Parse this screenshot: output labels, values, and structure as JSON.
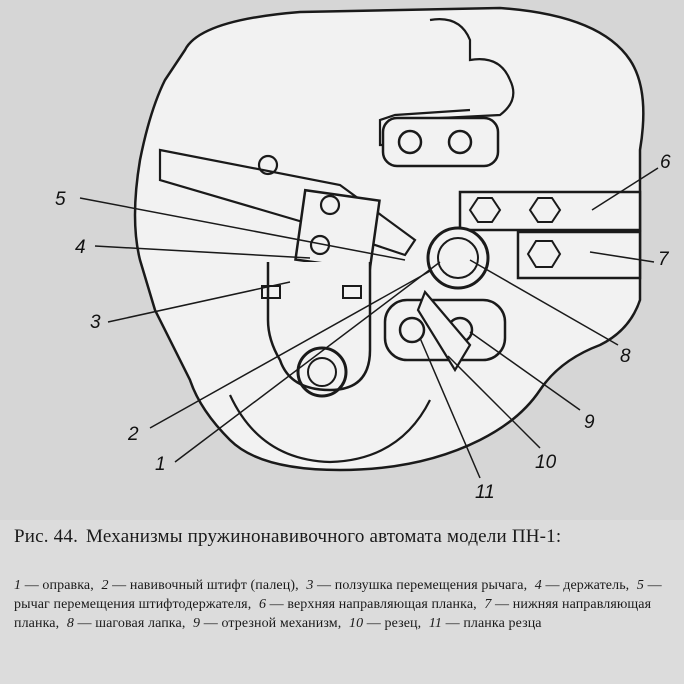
{
  "figure": {
    "number_labels": [
      "1",
      "2",
      "3",
      "4",
      "5",
      "6",
      "7",
      "8",
      "9",
      "10",
      "11"
    ]
  },
  "caption": {
    "prefix": "Рис. 44.",
    "title": "Механизмы пружинонавивочного автомата модели ПН-1:",
    "legend": [
      {
        "num": "1",
        "text": "оправка,"
      },
      {
        "num": "2",
        "text": "навивочный штифт (палец),"
      },
      {
        "num": "3",
        "text": "ползушка перемещения рычага,"
      },
      {
        "num": "4",
        "text": "держатель,"
      },
      {
        "num": "5",
        "text": "рычаг перемещения штифтодержателя,"
      },
      {
        "num": "6",
        "text": "верхняя направляющая планка,"
      },
      {
        "num": "7",
        "text": "нижняя направляющая планка,"
      },
      {
        "num": "8",
        "text": "шаговая лапка,"
      },
      {
        "num": "9",
        "text": "отрезной механизм,"
      },
      {
        "num": "10",
        "text": "резец,"
      },
      {
        "num": "11",
        "text": "планка резца"
      }
    ]
  },
  "colors": {
    "paper": "#d6d6d6",
    "ink": "#1a1a1a",
    "machine_fill": "#f2f2f2"
  }
}
